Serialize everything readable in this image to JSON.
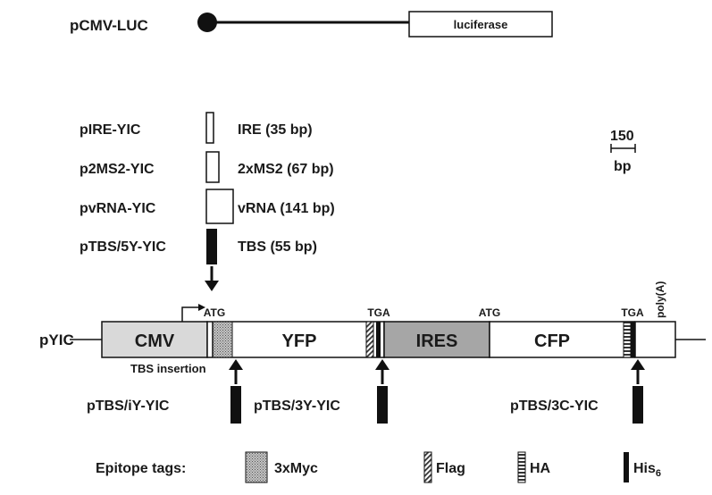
{
  "pcmv_luc": {
    "label": "pCMV-LUC",
    "gene": "luciferase"
  },
  "inserts": [
    {
      "construct": "pIRE-YIC",
      "element": "IRE (35 bp)"
    },
    {
      "construct": "p2MS2-YIC",
      "element": "2xMS2 (67 bp)"
    },
    {
      "construct": "pvRNA-YIC",
      "element": "vRNA (141 bp)"
    },
    {
      "construct": "pTBS/5Y-YIC",
      "element": "TBS (55 bp)"
    }
  ],
  "scale_bar": {
    "value": "150",
    "unit": "bp"
  },
  "pyic": {
    "label": "pYIC",
    "segments": {
      "cmv": "CMV",
      "yfp": "YFP",
      "ires": "IRES",
      "cfp": "CFP"
    },
    "codons": {
      "atg1": "ATG",
      "tga1": "TGA",
      "atg2": "ATG",
      "tga2": "TGA"
    },
    "polya": "poly(A)",
    "tbs_insertion": "TBS insertion"
  },
  "variants": [
    {
      "construct": "pTBS/iY-YIC"
    },
    {
      "construct": "pTBS/3Y-YIC"
    },
    {
      "construct": "pTBS/3C-YIC"
    }
  ],
  "legend": {
    "title": "Epitope tags:",
    "myc": "3xMyc",
    "flag": "Flag",
    "ha": "HA",
    "his": "His",
    "his_sub": "6"
  }
}
